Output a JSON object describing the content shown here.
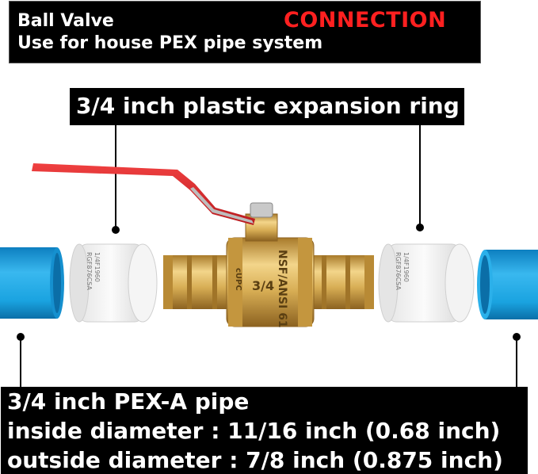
{
  "header": {
    "title": "Ball Valve",
    "subtitle": "Use for house PEX pipe system",
    "highlight": "CONNECTION",
    "highlight_color": "#ff2020"
  },
  "callouts": {
    "ring": "3/4 inch plastic expansion ring",
    "pipe_title": "3/4 inch PEX-A pipe",
    "inside_diameter": "inside diameter : 11/16 inch (0.68 inch)",
    "outside_diameter": "outside diameter : 7/8 inch (0.875 inch)"
  },
  "valve_marks": {
    "size": "3/4",
    "standard": "NSF/ANSI 61",
    "cupc": "cUPC"
  },
  "colors": {
    "pipe": "#1aa3e0",
    "brass": "#d9b25a",
    "handle": "#d9262b",
    "ring": "#f2f2f2"
  }
}
